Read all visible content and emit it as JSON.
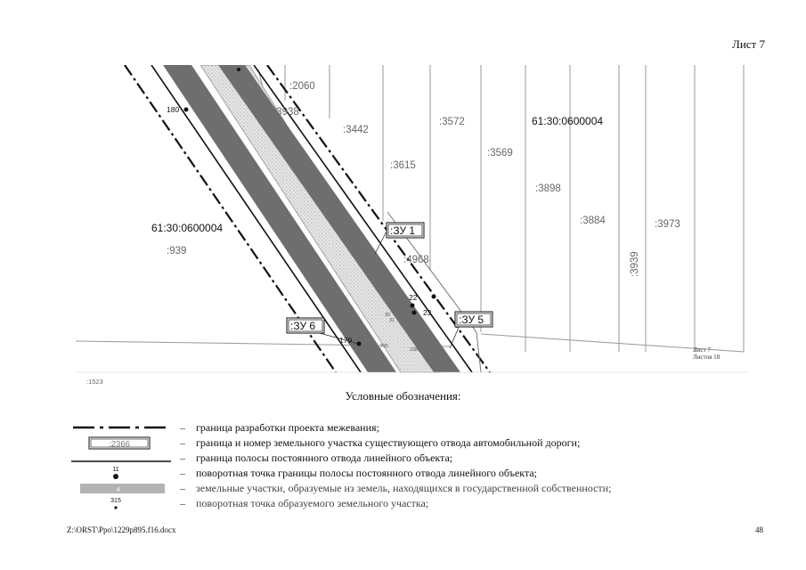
{
  "header": {
    "sheet_label": "Лист 7"
  },
  "map": {
    "parcels": [
      ":2060",
      ":3938",
      ":3442",
      ":3572",
      ":3615",
      ":3569",
      ":3898",
      ":3884",
      ":3973",
      ":3939",
      ":4968",
      ":939",
      ":1523"
    ],
    "cadastral_blocks": [
      "61:30:0600004",
      "61:30:0600004"
    ],
    "zu_labels": [
      ":ЗУ 1",
      ":ЗУ 5",
      ":ЗУ 6"
    ],
    "points": [
      "180",
      "179",
      "22",
      "23"
    ],
    "small_points": [
      "30",
      "31",
      "235",
      "238"
    ],
    "corner_stamp": {
      "sheet": "Лист 7",
      "sheets": "Листов 18"
    }
  },
  "legend": {
    "title": "Условные обозначения:",
    "items": [
      {
        "dash": "–",
        "text": "граница разработки проекта межевания;"
      },
      {
        "symbol_text": ":2366",
        "dash": "–",
        "text": "граница и номер земельного участка существующего отвода автомобильной дороги;"
      },
      {
        "dash": "–",
        "text": "граница полосы постоянного отвода линейного объекта;"
      },
      {
        "symbol_text": "11",
        "dash": "–",
        "text": "поворотная точка границы полосы постоянного отвода линейного объекта;"
      },
      {
        "symbol_text": ":4",
        "dash": "–",
        "text": "земельные участки, образуемые из земель, находящихся в государственной собственности;"
      },
      {
        "symbol_text": "315",
        "dash": "–",
        "text": "поворотная точка образуемого земельного участка;"
      }
    ]
  },
  "footer": {
    "path": "Z:\\ORST\\Ppo\\1229p895.f16.docx",
    "page": "48"
  }
}
